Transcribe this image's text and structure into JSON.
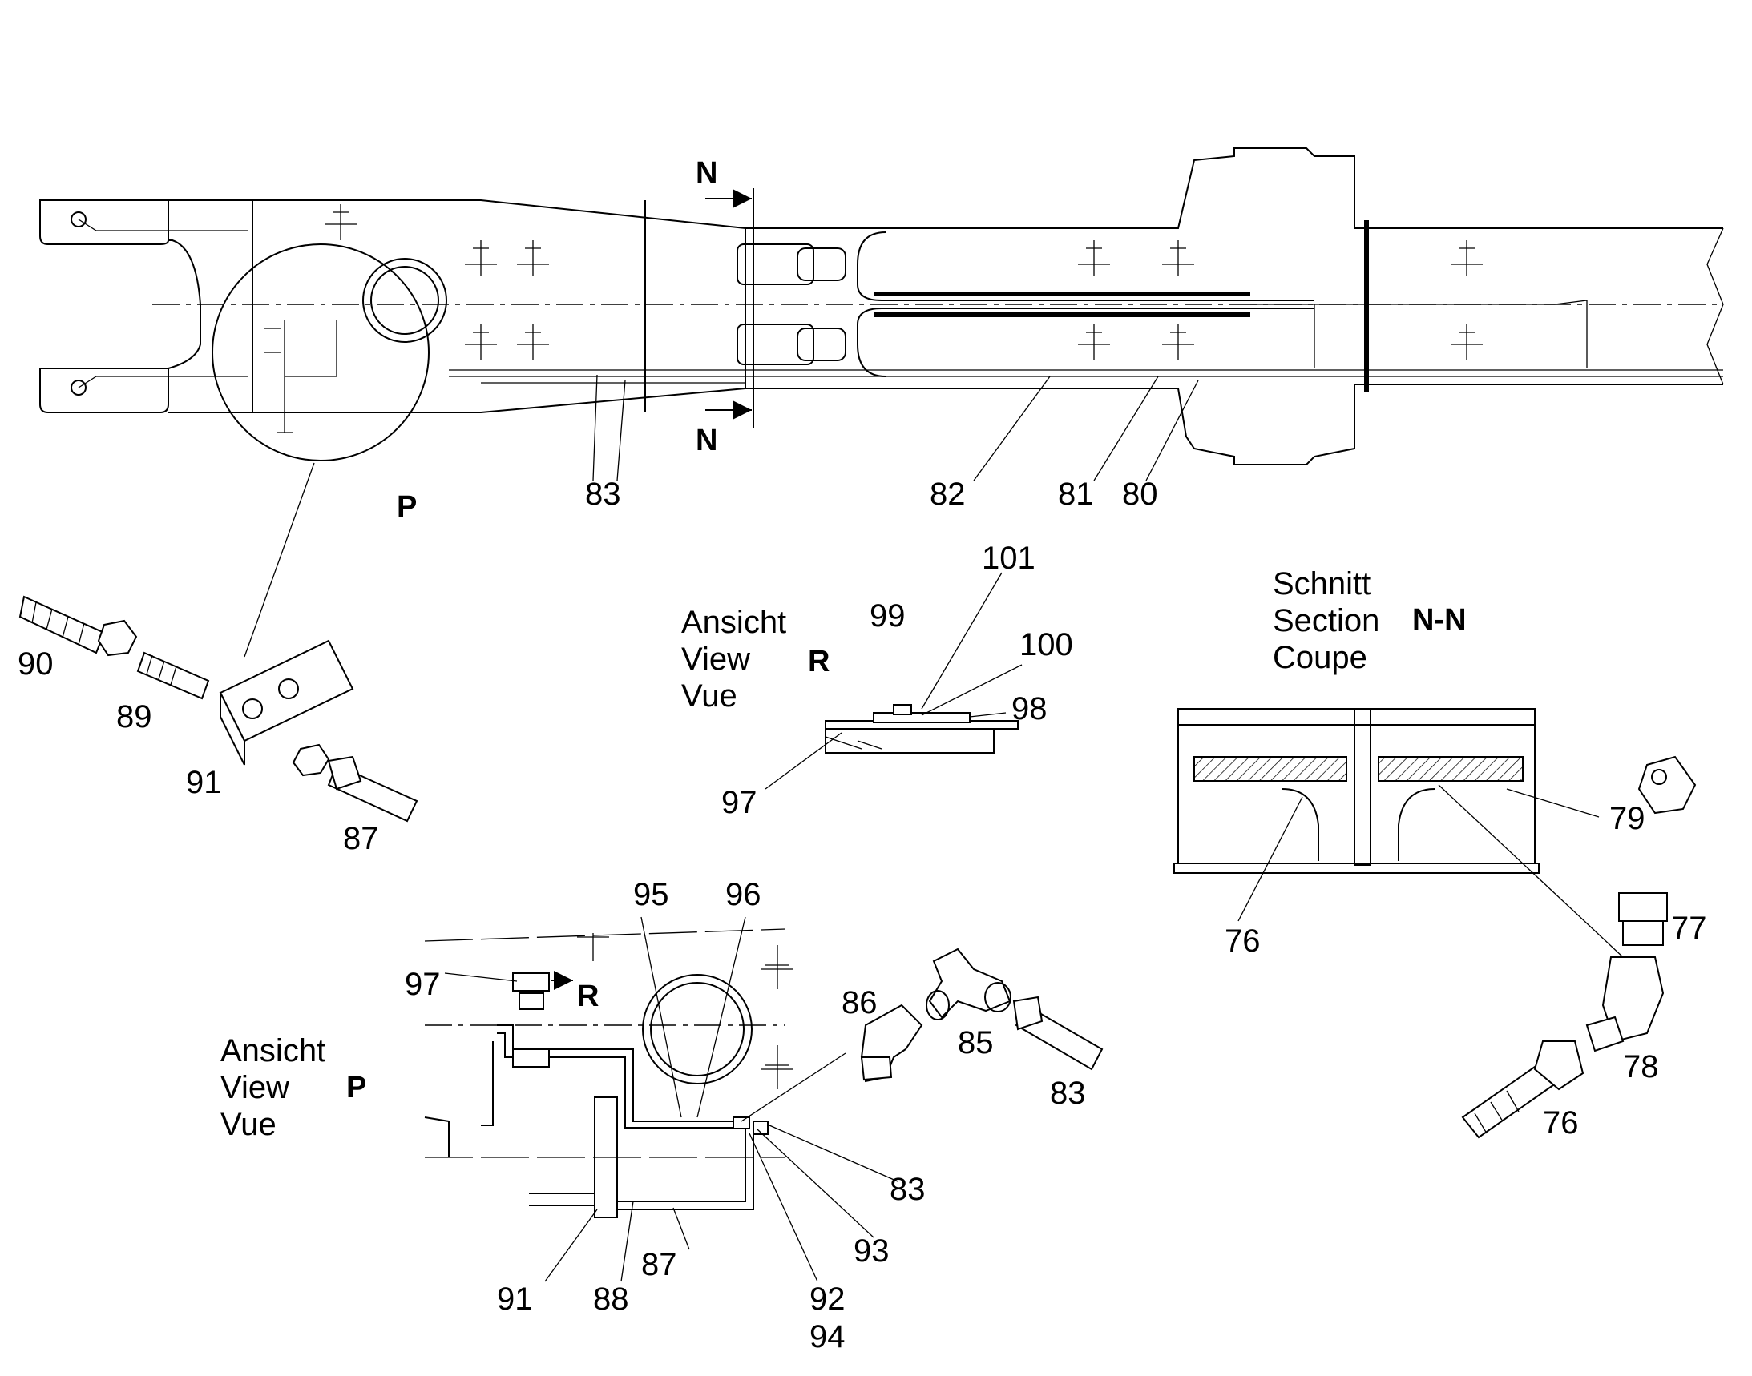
{
  "main_view": {
    "section_marker": "N",
    "detail_circle_label": "P",
    "part_numbers": {
      "p83": "83",
      "p82": "82",
      "p81": "81",
      "p80": "80"
    }
  },
  "detail_parts_left": {
    "p90": "90",
    "p89": "89",
    "p91": "91",
    "p87": "87"
  },
  "view_r": {
    "caption_de": "Ansicht",
    "caption_en": "View",
    "caption_fr": "Vue",
    "letter": "R",
    "part_numbers": {
      "p101": "101",
      "p99": "99",
      "p100": "100",
      "p98": "98",
      "p97": "97"
    }
  },
  "section_nn": {
    "caption_de": "Schnitt",
    "caption_en": "Section",
    "caption_fr": "Coupe",
    "letter": "N-N",
    "part_numbers": {
      "p79": "79",
      "p76": "76"
    }
  },
  "fittings_right": {
    "p77": "77",
    "p78": "78",
    "p76": "76"
  },
  "view_p": {
    "caption_de": "Ansicht",
    "caption_en": "View",
    "caption_fr": "Vue",
    "letter": "P",
    "r_marker": "R",
    "part_numbers": {
      "p95": "95",
      "p96": "96",
      "p97": "97",
      "p86": "86",
      "p85": "85",
      "p83a": "83",
      "p83b": "83",
      "p93": "93",
      "p92": "92",
      "p94": "94",
      "p91": "91",
      "p88": "88",
      "p87": "87"
    }
  },
  "icons": [
    "section-arrow-icon",
    "detail-arrow-icon",
    "hose-icon",
    "elbow-fitting-icon",
    "tee-fitting-icon",
    "nut-icon",
    "bracket-icon"
  ]
}
